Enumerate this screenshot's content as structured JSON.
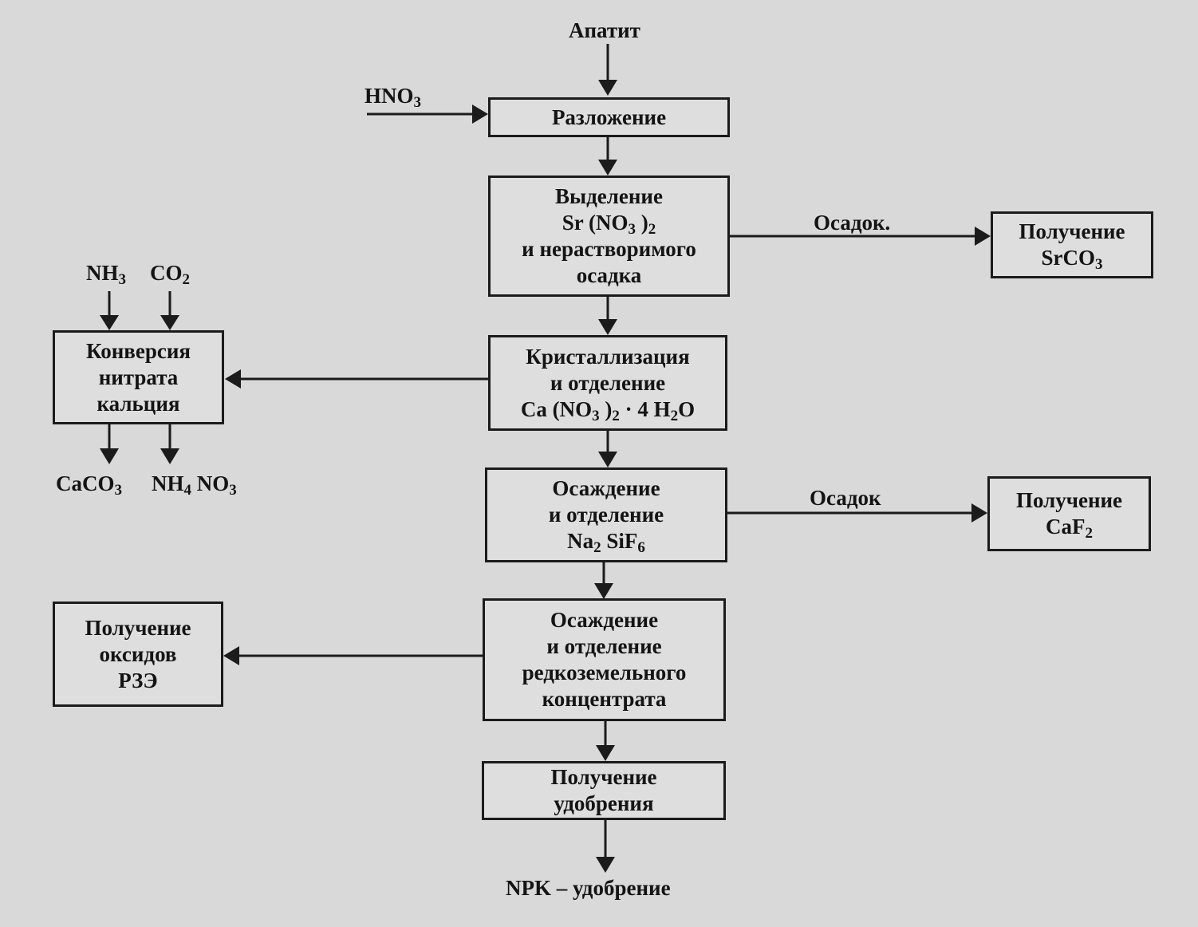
{
  "inputs": {
    "apatite": "Апатит",
    "hno3": "HNO",
    "hno3_sub": "3",
    "nh3": "NH",
    "nh3_sub": "3",
    "co2": "CO",
    "co2_sub": "2"
  },
  "boxes": {
    "decomposition": {
      "line1": "Разложение"
    },
    "sr_separation": {
      "line1": "Выделение",
      "line2_pre": "Sr (NO",
      "line2_sub1": "3",
      "line2_mid": " )",
      "line2_sub2": "2",
      "line3": "и нерастворимого",
      "line4": "осадка"
    },
    "srco3": {
      "line1": "Получение",
      "line2_pre": "SrCO",
      "line2_sub": "3"
    },
    "crystallization": {
      "line1": "Кристаллизация",
      "line2": "и отделение",
      "line3_pre": "Ca (NO",
      "line3_sub1": "3",
      "line3_mid": " )",
      "line3_sub2": "2",
      "line3_mid2": " · 4 H",
      "line3_sub3": "2",
      "line3_end": "O"
    },
    "conversion": {
      "line1": "Конверсия",
      "line2": "нитрата",
      "line3": "кальция"
    },
    "na2sif6": {
      "line1": "Осаждение",
      "line2": "и отделение",
      "line3_pre": "Na",
      "line3_sub1": "2",
      "line3_mid": " SiF",
      "line3_sub2": "6"
    },
    "caf2": {
      "line1": "Получение",
      "line2_pre": "CaF",
      "line2_sub": "2"
    },
    "ree": {
      "line1": "Осаждение",
      "line2": "и отделение",
      "line3": "редкоземельного",
      "line4": "концентрата"
    },
    "ree_oxides": {
      "line1": "Получение",
      "line2": "оксидов",
      "line3": "РЗЭ"
    },
    "fertilizer": {
      "line1": "Получение",
      "line2": "удобрения"
    }
  },
  "labels": {
    "sediment1": "Осадок.",
    "sediment2": "Осадок"
  },
  "outputs": {
    "caco3": "CaCO",
    "caco3_sub": "3",
    "nh4no3_a": "NH",
    "nh4no3_sub1": "4",
    "nh4no3_b": " NO",
    "nh4no3_sub2": "3",
    "npk": "NPK – удобрение"
  }
}
